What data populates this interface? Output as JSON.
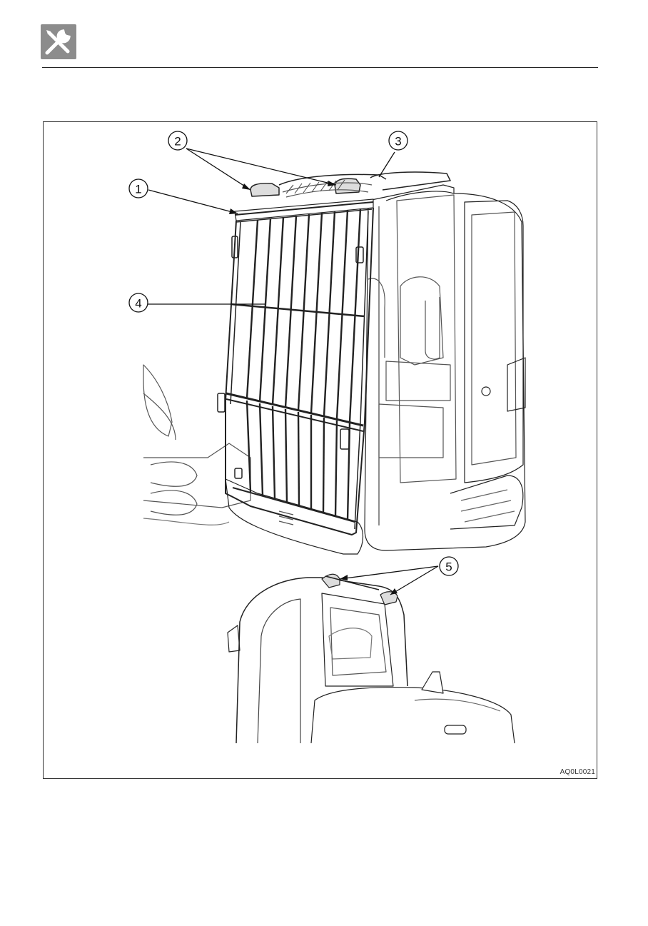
{
  "header": {
    "icon": "maintenance-tools-icon",
    "icon_color": "#8c8c8c"
  },
  "figure": {
    "code": "AQ0L0021",
    "callouts": [
      {
        "label": "1"
      },
      {
        "label": "2"
      },
      {
        "label": "3"
      },
      {
        "label": "4"
      },
      {
        "label": "5"
      }
    ]
  }
}
